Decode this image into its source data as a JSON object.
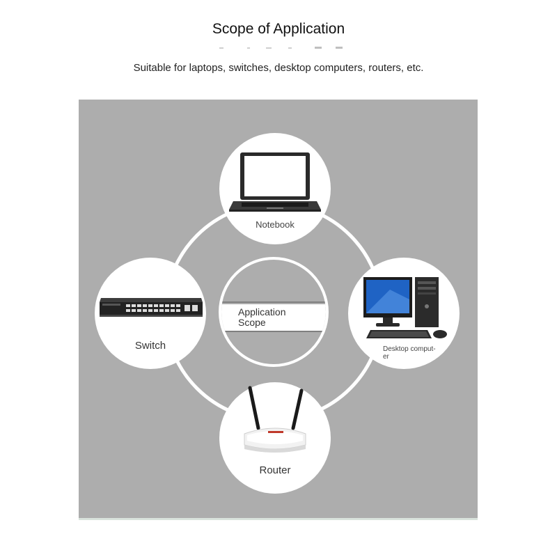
{
  "header": {
    "title": "Scope of Application",
    "subtitle": "Suitable for laptops, switches, desktop computers, routers, etc."
  },
  "diagram": {
    "center_label_line1": "Application",
    "center_label_line2": "Scope",
    "nodes": {
      "notebook": {
        "label": "Notebook",
        "icon": "laptop-icon"
      },
      "switch": {
        "label": "Switch",
        "icon": "network-switch-icon"
      },
      "desktop": {
        "label_line1": "Desktop comput-",
        "label_line2": "er",
        "icon": "desktop-computer-icon"
      },
      "router": {
        "label": "Router",
        "icon": "wifi-router-icon"
      }
    },
    "colors": {
      "panel": "#adadad",
      "circle": "#ffffff",
      "screen_blue": "#1f63c4"
    }
  }
}
